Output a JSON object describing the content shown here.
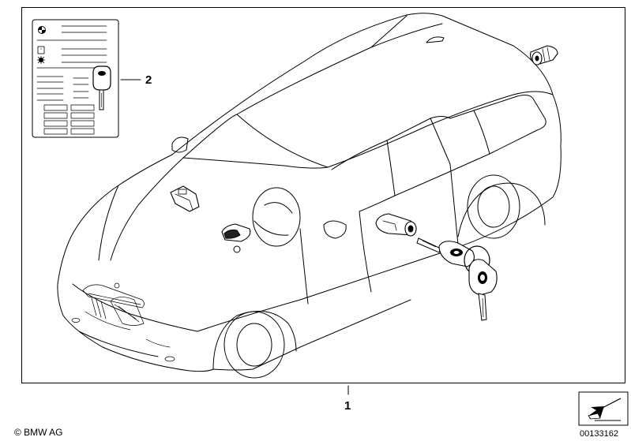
{
  "callouts": {
    "kit": "1",
    "card": "2"
  },
  "footer": {
    "copyright": "© BMW AG",
    "diagram_number": "00133162"
  },
  "icons": {
    "corner": "arrow-next-icon",
    "brand": "bmw-roundel-icon"
  }
}
